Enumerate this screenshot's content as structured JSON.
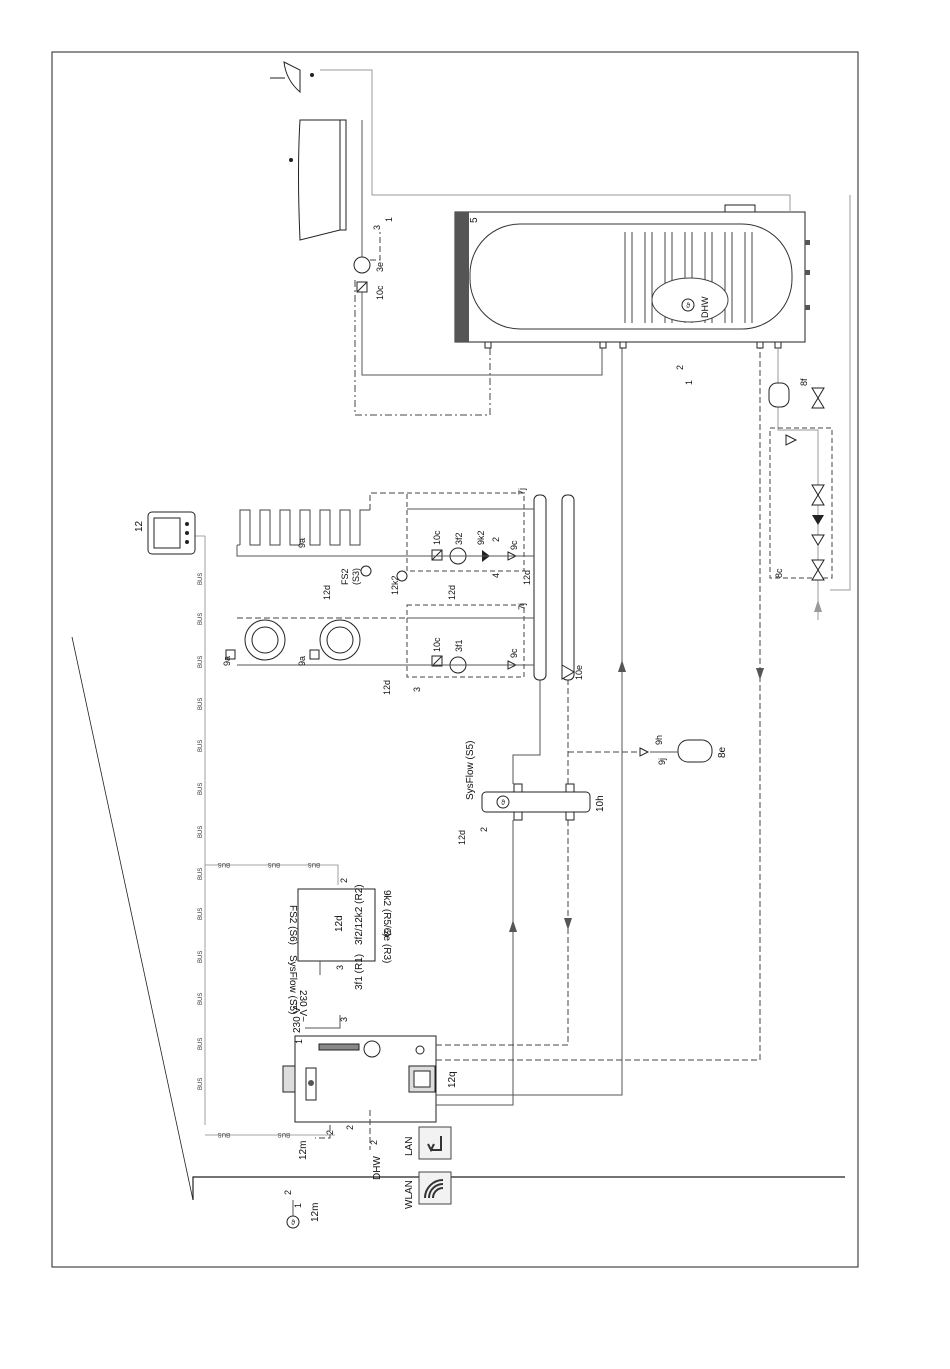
{
  "labels": {
    "storage_tank": "5",
    "dhw_sensor": "DHW",
    "pump_dhw_circ": "10c",
    "mixer_3e": "3e",
    "sig_2_tank": "2",
    "sig_1_tank": "1",
    "sig_3_top": "3",
    "sig_1_top": "1",
    "exp_vessel_8f": "8f",
    "safety_group": "8c",
    "exp_vessel_8e": "8e",
    "valve_9h": "9h",
    "valve_9j": "9j",
    "controller_12": "12",
    "fs2_s3": "FS2\n(S3)",
    "fs2": "FS2",
    "s3": "(S3)",
    "pump_3f2": "3f2",
    "pump_3f1": "3f1",
    "valve_9k2": "9k2",
    "valve_9c": "9c",
    "pump_10c": "10c",
    "mod_12k2": "12k2",
    "mod_12d": "12d",
    "sensor_12m": "12m",
    "vent_9a": "9a",
    "sep_7j": "7j",
    "drain_10e": "10e",
    "hydro_10h": "10h",
    "sysflow_s5": "SysFlow (S5)",
    "boiler_1": "1",
    "boiler_12q": "12q",
    "v230": "230 V~",
    "num_2": "2",
    "num_3": "3",
    "num_4": "4",
    "num_1": "1",
    "lan": "LAN",
    "wlan": "WLAN",
    "dhw_lbl": "DHW",
    "bus": "BUS",
    "mod_12d_fs2": "FS2 (S6)",
    "mod_12d_sysflow": "SysFlow (S5)",
    "mod_12d_9k2": "9k2 (R5/6)",
    "mod_12d_3e": "3e (R3)",
    "mod_12d_3f2": "3f2/12k2 (R2)",
    "mod_12d_3f1": "3f1 (R1)"
  }
}
